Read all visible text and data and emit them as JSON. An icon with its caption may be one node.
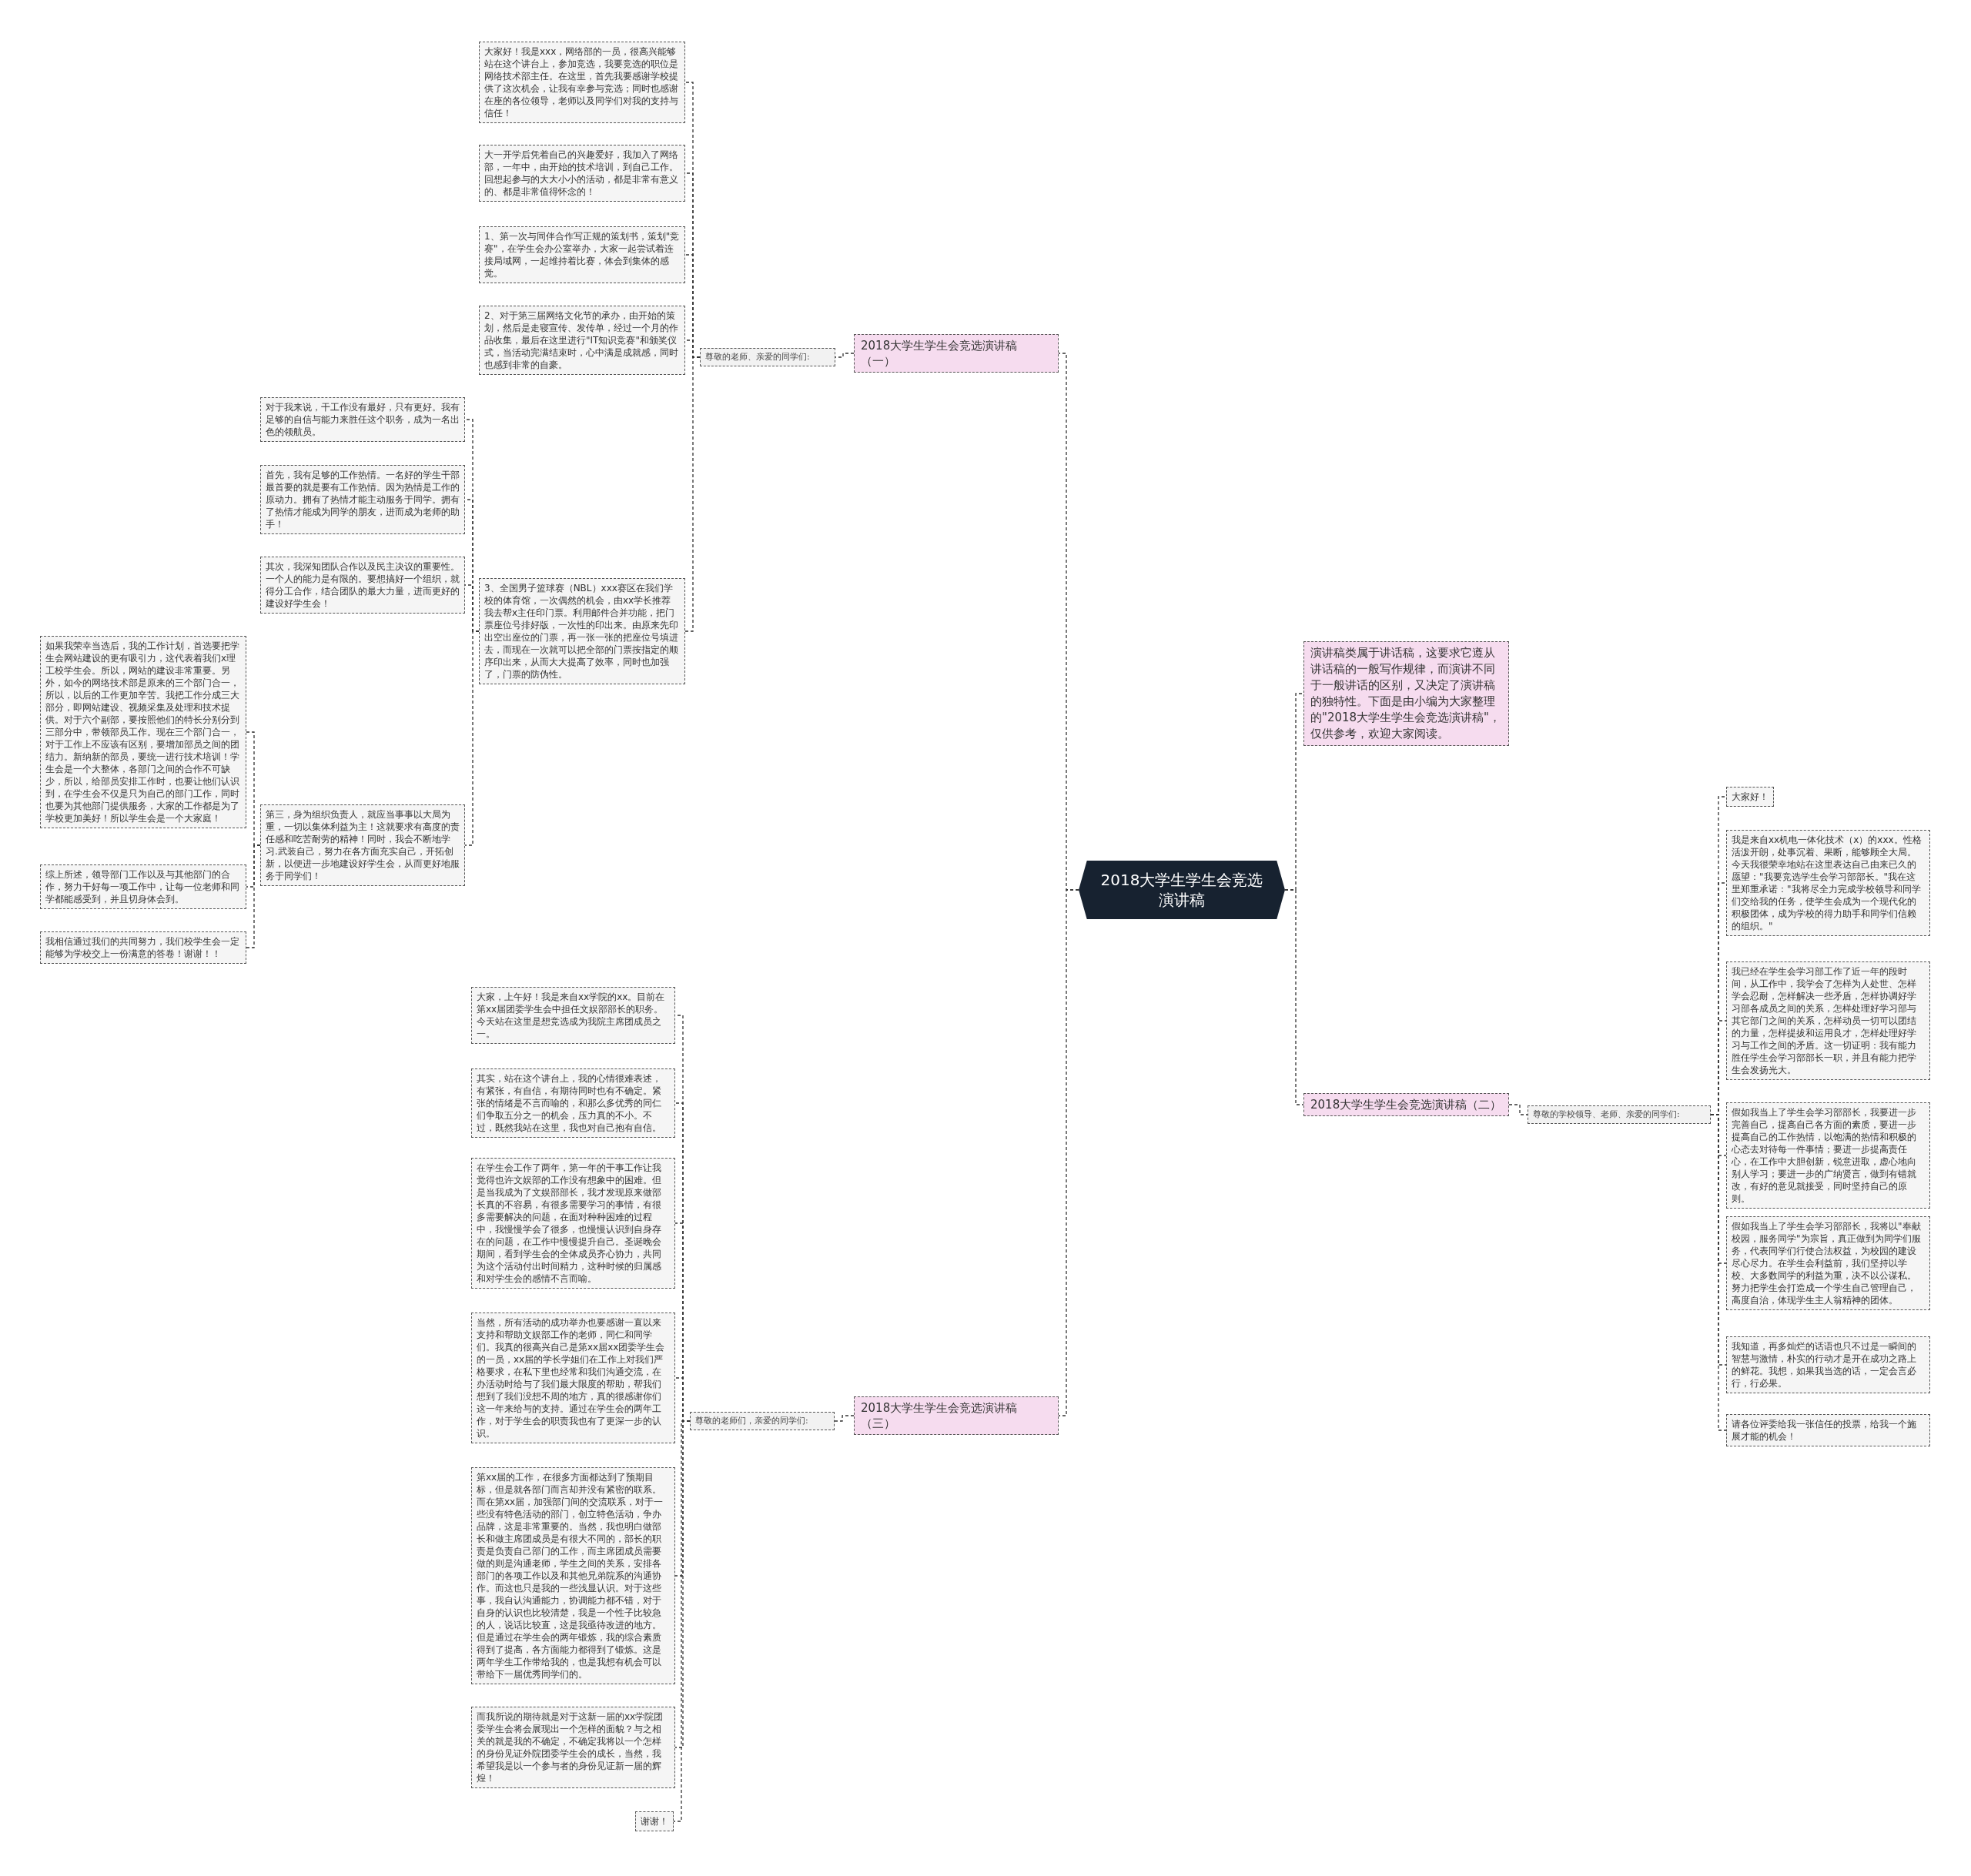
{
  "diagram": {
    "nodes": [
      {
        "text": [
          "2018大学生学生会竞选演讲稿"
        ]
      },
      {
        "text": [
          "演讲稿类属于讲话稿，这要求它遵从讲话稿的一般写作规律，而演讲不同于一般讲话的区别，又决定了演讲稿的独特性。下面是由小编为大家整理的\"2018大学生学生会竞选演讲稿\"，仅供参考，欢迎大家阅读。"
        ]
      },
      {
        "text": [
          "2018大学生学生会竞选演讲稿（一）"
        ]
      },
      {
        "text": [
          "尊敬的老师、亲爱的同学们:"
        ]
      },
      {
        "text": [
          "大家好！我是xxx，网络部的一员，很高兴能够站在这个讲台上，参加竞选，我要竞选的职位是网络技术部主任。在这里，首先我要感谢学校提供了这次机会，让我有幸参与竞选；同时也感谢在座的各位领导，老师以及同学们对我的支持与信任！"
        ]
      },
      {
        "text": [
          "大一开学后凭着自己的兴趣爱好，我加入了网络部，一年中，由开始的技术培训，到自己工作。回想起参与的大大小小的活动，都是非常有意义的、都是非常值得怀念的！"
        ]
      },
      {
        "text": [
          "1、第一次与同伴合作写正规的策划书，策划\"竞赛\"，在学生会办公室举办，大家一起尝试着连接局域网，一起维持着比赛，体会到集体的感觉。"
        ]
      },
      {
        "text": [
          "2、对于第三届网络文化节的承办，由开始的策划，然后是走寝宣传、发传单，经过一个月的作品收集，最后在这里进行\"IT知识竞赛\"和颁奖仪式，当活动完满结束时，心中满是成就感，同时也感到非常的自豪。"
        ]
      },
      {
        "text": [
          "3、全国男子篮球赛（NBL）xxx赛区在我们学校的体育馆，一次偶然的机会，由xx学长推荐我去帮x主任印门票。利用邮件合并功能，把门票座位号排好版，一次性的印出来。由原来先印出空出座位的门票，再一张一张的把座位号填进去，而现在一次就可以把全部的门票按指定的顺序印出来，从而大大提高了效率，同时也加强了，门票的防伪性。"
        ]
      },
      {
        "text": [
          "对于我来说，干工作没有最好，只有更好。我有足够的自信与能力来胜任这个职务，成为一名出色的领航员。"
        ]
      },
      {
        "text": [
          "首先，我有足够的工作热情。一名好的学生干部最首要的就是要有工作热情。因为热情是工作的原动力。拥有了热情才能主动服务于同学。拥有了热情才能成为同学的朋友，进而成为老师的助手！"
        ]
      },
      {
        "text": [
          "其次，我深知团队合作以及民主决议的重要性。一个人的能力是有限的。要想搞好一个组织，就得分工合作，结合团队的最大力量，进而更好的建设好学生会！"
        ]
      },
      {
        "text": [
          "第三，身为组织负责人，就应当事事以大局为重，一切以集体利益为主！这就要求有高度的责任感和吃苦耐劳的精神！同时，我会不断地学习.武装自己，努力在各方面充实自己，开拓创新，以便进一步地建设好学生会，从而更好地服务于同学们！"
        ]
      },
      {
        "text": [
          "如果我荣幸当选后，我的工作计划，首选要把学生会网站建设的更有吸引力，这代表着我们x理工校学生会。所以，网站的建设非常重要。另外，如今的网络技术部是原来的三个部门合一，所以，以后的工作更加辛苦。我把工作分成三大部分，即网站建设、视频采集及处理和技术提供。对于六个副部，要按照他们的特长分别分到三部分中，带领部员工作。现在三个部门合一，对于工作上不应该有区别，要增加部员之间的团结力。新纳新的部员，要统一进行技术培训！学生会是一个大整体，各部门之间的合作不可缺少，所以，给部员安排工作时，也要让他们认识到，在学生会不仅是只为自己的部门工作，同时也要为其他部门提供服务，大家的工作都是为了学校更加美好！所以学生会是一个大家庭！"
        ]
      },
      {
        "text": [
          "综上所述，领导部门工作以及与其他部门的合作，努力干好每一项工作中，让每一位老师和同学都能感受到，并且切身体会到。"
        ]
      },
      {
        "text": [
          "我相信通过我们的共同努力，我们校学生会一定能够为学校交上一份满意的答卷！谢谢！！"
        ]
      },
      {
        "text": [
          "2018大学生学生会竞选演讲稿（二）"
        ]
      },
      {
        "text": [
          "尊敬的学校领导、老师、亲爱的同学们:"
        ]
      },
      {
        "text": [
          "大家好！"
        ]
      },
      {
        "text": [
          "我是来自xx机电一体化技术（x）的xxx。性格活泼开朗，处事沉着、果断，能够顾全大局。今天我很荣幸地站在这里表达自己由来已久的愿望：\"我要竞选学生会学习部部长。\"我在这里郑重承诺：\"我将尽全力完成学校领导和同学们交给我的任务，使学生会成为一个现代化的积极团体，成为学校的得力助手和同学们信赖的组织。\""
        ]
      },
      {
        "text": [
          "我已经在学生会学习部工作了近一年的段时间，从工作中，我学会了怎样为人处世、怎样学会忍耐，怎样解决一些矛盾，怎样协调好学习部各成员之间的关系，怎样处理好学习部与其它部门之间的关系，怎样动员一切可以团结的力量，怎样提拔和运用良才，怎样处理好学习与工作之间的矛盾。这一切证明：我有能力胜任学生会学习部部长一职，并且有能力把学生会发扬光大。"
        ]
      },
      {
        "text": [
          "假如我当上了学生会学习部部长，我要进一步完善自己，提高自己各方面的素质，要进一步提高自己的工作热情，以饱满的热情和积极的心态去对待每一件事情；要进一步提高责任心，在工作中大胆创新，锐意进取，虚心地向别人学习；要进一步的广纳贤言，做到有错就改，有好的意见就接受，同时坚持自己的原则。"
        ]
      },
      {
        "text": [
          "假如我当上了学生会学习部部长，我将以\"奉献校园，服务同学\"为宗旨，真正做到为同学们服务，代表同学们行使合法权益，为校园的建设尽心尽力。在学生会利益前，我们坚持以学校、大多数同学的利益为重，决不以公谋私。努力把学生会打造成一个学生自己管理自己，高度自治，体现学生主人翁精神的团体。"
        ]
      },
      {
        "text": [
          "我知道，再多灿烂的话语也只不过是一瞬间的智慧与激情，朴实的行动才是开在成功之路上的鲜花。我想，如果我当选的话，一定会言必行，行必果。"
        ]
      },
      {
        "text": [
          "请各位评委给我一张信任的投票，给我一个施展才能的机会！"
        ]
      },
      {
        "text": [
          "2018大学生学生会竞选演讲稿（三）"
        ]
      },
      {
        "text": [
          "尊敬的老师们，亲爱的同学们:"
        ]
      },
      {
        "text": [
          "大家，上午好！我是来自xx学院的xx。目前在第xx届团委学生会中担任文娱部部长的职务。今天站在这里是想竞选成为我院主席团成员之一。"
        ]
      },
      {
        "text": [
          "其实，站在这个讲台上，我的心情很难表述，有紧张，有自信，有期待同时也有不确定。紧张的情绪是不言而喻的，和那么多优秀的同仁们争取五分之一的机会，压力真的不小。不过，既然我站在这里，我也对自己抱有自信。"
        ]
      },
      {
        "text": [
          "在学生会工作了两年，第一年的干事工作让我觉得也许文娱部的工作没有想象中的困难。但是当我成为了文娱部部长，我才发现原来做部长真的不容易，有很多需要学习的事情，有很多需要解决的问题，在面对种种困难的过程中，我慢慢学会了很多，也慢慢认识到自身存在的问题，在工作中慢慢提升自己。圣诞晚会期间，看到学生会的全体成员齐心协力，共同为这个活动付出时间精力，这种时候的归属感和对学生会的感情不言而喻。"
        ]
      },
      {
        "text": [
          "当然，所有活动的成功举办也要感谢一直以来支持和帮助文娱部工作的老师，同仁和同学们。我真的很高兴自己是第xx届xx团委学生会的一员，xx届的学长学姐们在工作上对我们严格要求，在私下里也经常和我们沟通交流，在办活动时给与了我们最大限度的帮助，帮我们想到了我们没想不周的地方，真的很感谢你们这一年来给与的支持。通过在学生会的两年工作，对于学生会的职责我也有了更深一步的认识。"
        ]
      },
      {
        "text": [
          "第xx届的工作，在很多方面都达到了预期目标，但是就各部门而言却并没有紧密的联系。而在第xx届，加强部门间的交流联系，对于一些没有特色活动的部门，创立特色活动，争办品牌，这是非常重要的。当然，我也明白做部长和做主席团成员是有很大不同的，部长的职责是负责自己部门的工作，而主席团成员需要做的则是沟通老师，学生之间的关系，安排各部门的各项工作以及和其他兄弟院系的沟通协作。而这也只是我的一些浅显认识。对于这些事，我自认沟通能力，协调能力都不错，对于自身的认识也比较清楚，我是一个性子比较急的人，说话比较直，这是我亟待改进的地方。但是通过在学生会的两年锻炼，我的综合素质得到了提高，各方面能力都得到了锻炼。这是两年学生工作带给我的，也是我想有机会可以带给下一届优秀同学们的。"
        ]
      },
      {
        "text": [
          "而我所说的期待就是对于这新一届的xx学院团委学生会将会展现出一个怎样的面貌？与之相关的就是我的不确定，不确定我将以一个怎样的身份见证外院团委学生会的成长，当然，我希望我是以一个参与者的身份见证新一届的辉煌！"
        ]
      },
      {
        "text": [
          "谢谢！"
        ]
      }
    ],
    "edges": [
      {
        "from": 0,
        "to": 1,
        "arrow": "none"
      },
      {
        "from": 0,
        "to": 2,
        "arrow": "none"
      },
      {
        "from": 2,
        "to": 3,
        "arrow": "none"
      },
      {
        "from": 3,
        "to": 4,
        "arrow": "none"
      },
      {
        "from": 3,
        "to": 5,
        "arrow": "none"
      },
      {
        "from": 3,
        "to": 6,
        "arrow": "none"
      },
      {
        "from": 3,
        "to": 7,
        "arrow": "none"
      },
      {
        "from": 3,
        "to": 8,
        "arrow": "none"
      },
      {
        "from": 8,
        "to": 9,
        "arrow": "none"
      },
      {
        "from": 8,
        "to": 10,
        "arrow": "none"
      },
      {
        "from": 8,
        "to": 11,
        "arrow": "none"
      },
      {
        "from": 8,
        "to": 12,
        "arrow": "none"
      },
      {
        "from": 12,
        "to": 13,
        "arrow": "none"
      },
      {
        "from": 12,
        "to": 14,
        "arrow": "none"
      },
      {
        "from": 12,
        "to": 15,
        "arrow": "none"
      },
      {
        "from": 0,
        "to": 16,
        "arrow": "none"
      },
      {
        "from": 16,
        "to": 17,
        "arrow": "none"
      },
      {
        "from": 17,
        "to": 18,
        "arrow": "none"
      },
      {
        "from": 17,
        "to": 19,
        "arrow": "none"
      },
      {
        "from": 17,
        "to": 20,
        "arrow": "none"
      },
      {
        "from": 17,
        "to": 21,
        "arrow": "none"
      },
      {
        "from": 17,
        "to": 22,
        "arrow": "none"
      },
      {
        "from": 17,
        "to": 23,
        "arrow": "none"
      },
      {
        "from": 17,
        "to": 24,
        "arrow": "none"
      },
      {
        "from": 0,
        "to": 25,
        "arrow": "none"
      },
      {
        "from": 25,
        "to": 26,
        "arrow": "none"
      },
      {
        "from": 26,
        "to": 27,
        "arrow": "none"
      },
      {
        "from": 26,
        "to": 28,
        "arrow": "none"
      },
      {
        "from": 26,
        "to": 29,
        "arrow": "none"
      },
      {
        "from": 26,
        "to": 30,
        "arrow": "none"
      },
      {
        "from": 26,
        "to": 31,
        "arrow": "none"
      },
      {
        "from": 26,
        "to": 32,
        "arrow": "none"
      },
      {
        "from": 26,
        "to": 33,
        "arrow": "none"
      }
    ]
  }
}
